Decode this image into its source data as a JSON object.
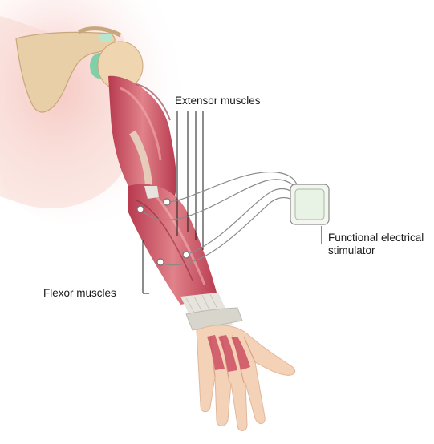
{
  "labels": {
    "extensor": "Extensor muscles",
    "flexor": "Flexor muscles",
    "stimulator_line1": "Functional electrical",
    "stimulator_line2": "stimulator"
  },
  "colors": {
    "skin": "#f3d2b8",
    "skin_shadow": "#f1b9b0",
    "muscle": "#c9465a",
    "muscle_light": "#e07f86",
    "tendon": "#e6e4dc",
    "cartilage": "#7fd0a8",
    "wire": "#8a8a8a",
    "device": "#e9f3e5"
  }
}
